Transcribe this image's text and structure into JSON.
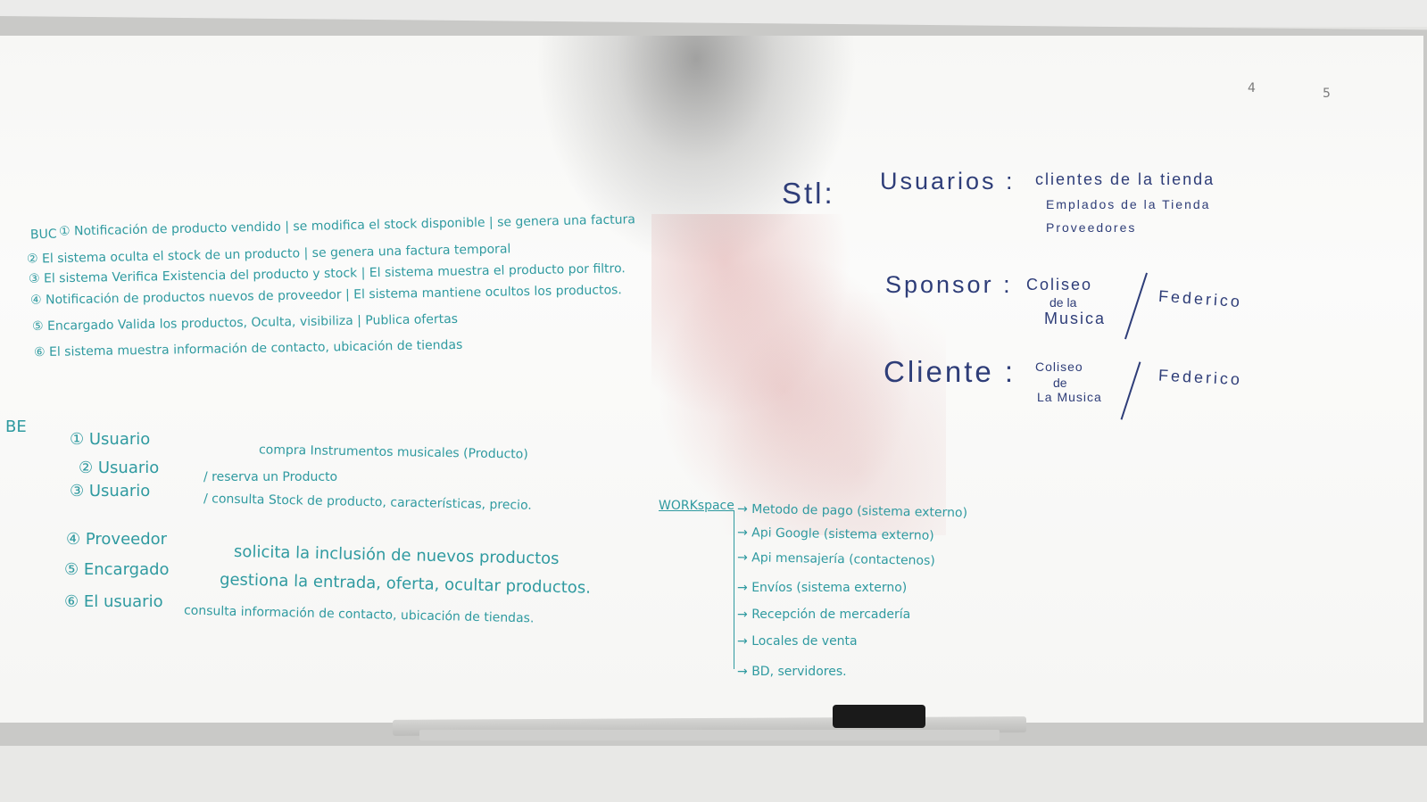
{
  "buc": {
    "tag": "BUC",
    "items": [
      "① Notificación de producto vendido | se modifica el stock disponible | se genera una factura",
      "② El sistema oculta el stock de un producto | se genera una factura temporal",
      "③ El sistema Verifica Existencia del producto y stock | El sistema muestra el producto por filtro.",
      "④ Notificación de productos nuevos de proveedor | El sistema mantiene ocultos los productos.",
      "⑤ Encargado Valida los productos, Oculta, visibiliza | Publica ofertas",
      "⑥ El sistema muestra información de contacto, ubicación de tiendas"
    ]
  },
  "be": {
    "tag": "BE",
    "actors": [
      "① Usuario",
      "② Usuario",
      "③ Usuario",
      "④ Proveedor",
      "⑤ Encargado",
      "⑥ El usuario"
    ],
    "actions": [
      "compra Instrumentos musicales (Producto)",
      "/ reserva un Producto",
      "/ consulta Stock de producto, características, precio.",
      "solicita la inclusión de nuevos productos",
      "gestiona la entrada, oferta, ocultar productos.",
      "consulta información de contacto, ubicación de tiendas."
    ]
  },
  "workspace": {
    "label": "WORKspace",
    "items": [
      "Metodo de pago (sistema externo)",
      "Api Google (sistema externo)",
      "Api mensajería (contactenos)",
      "Envíos (sistema externo)",
      "Recepción de mercadería",
      "Locales de venta",
      "BD, servidores."
    ]
  },
  "stakeholders": {
    "heading": "Stl:",
    "usuarios_label": "Usuarios :",
    "usuarios": [
      "clientes de la tienda",
      "Emplados de la Tienda",
      "Proveedores"
    ],
    "sponsor_label": "Sponsor :",
    "sponsor_org": [
      "Coliseo",
      "de la",
      "Musica"
    ],
    "sponsor_person": "Federico",
    "cliente_label": "Cliente :",
    "cliente_org": [
      "Coliseo",
      "de",
      "La Musica"
    ],
    "cliente_person": "Federico"
  },
  "corner_marks": [
    "4",
    "5"
  ],
  "colors": {
    "teal_marker": "#2f9aa0",
    "navy_marker": "#2e3d78",
    "board": "#f8f8f6",
    "red_smudge": "#d08080"
  }
}
